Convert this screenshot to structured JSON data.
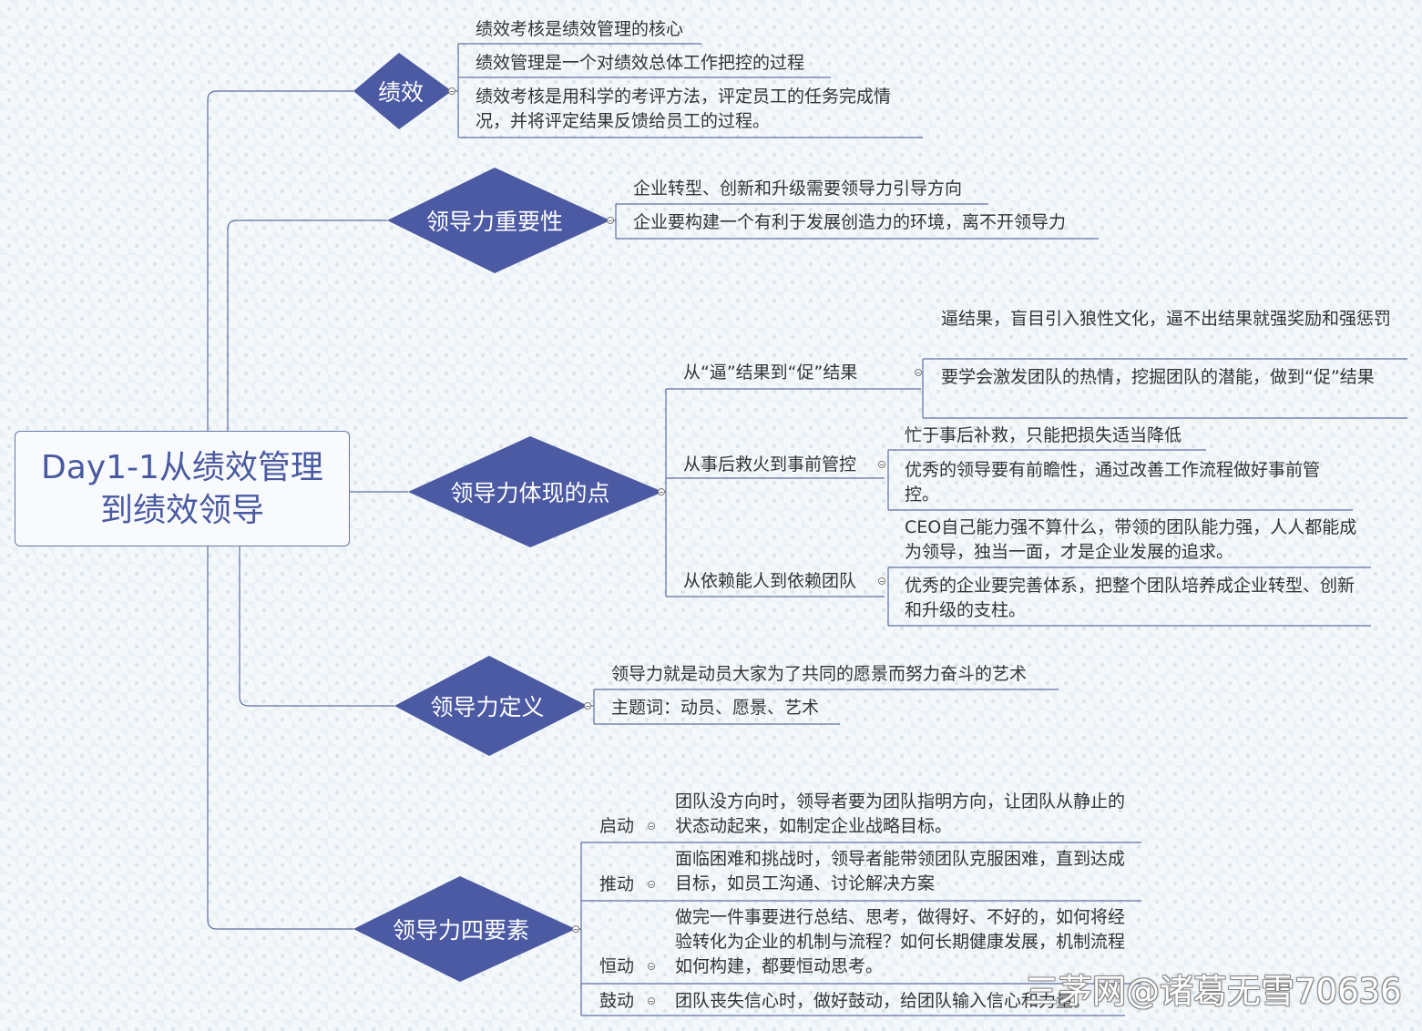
{
  "root": {
    "line1": "Day1-1从绩效管理",
    "line2": "到绩效领导"
  },
  "colors": {
    "diamond": "#4b5aa3",
    "line": "#5f6ea3"
  },
  "branches": [
    {
      "title": "绩效",
      "items": [
        "绩效考核是绩效管理的核心",
        "绩效管理是一个对绩效总体工作把控的过程",
        "绩效考核是用科学的考评方法，评定员工的任务完成情况，并将评定结果反馈给员工的过程。"
      ]
    },
    {
      "title": "领导力重要性",
      "items": [
        "企业转型、创新和升级需要领导力引导方向",
        "企业要构建一个有利于发展创造力的环境，离不开领导力"
      ]
    },
    {
      "title": "领导力体现的点",
      "groups": [
        {
          "label": "从“逼”结果到“促”结果",
          "items": [
            "逼结果，盲目引入狼性文化，逼不出结果就强奖励和强惩罚",
            "要学会激发团队的热情，挖掘团队的潜能，做到“促”结果"
          ]
        },
        {
          "label": "从事后救火到事前管控",
          "items": [
            "忙于事后补救，只能把损失适当降低",
            "优秀的领导要有前瞻性，通过改善工作流程做好事前管控。"
          ]
        },
        {
          "label": "从依赖能人到依赖团队",
          "items": [
            "CEO自己能力强不算什么，带领的团队能力强，人人都能成为领导，独当一面，才是企业发展的追求。",
            "优秀的企业要完善体系，把整个团队培养成企业转型、创新和升级的支柱。"
          ]
        }
      ]
    },
    {
      "title": "领导力定义",
      "items": [
        "领导力就是动员大家为了共同的愿景而努力奋斗的艺术",
        "主题词：动员、愿景、艺术"
      ]
    },
    {
      "title": "领导力四要素",
      "groups": [
        {
          "label": "启动",
          "text": "团队没方向时，领导者要为团队指明方向，让团队从静止的状态动起来，如制定企业战略目标。"
        },
        {
          "label": "推动",
          "text": "面临困难和挑战时，领导者能带领团队克服困难，直到达成目标，如员工沟通、讨论解决方案"
        },
        {
          "label": "恒动",
          "text": "做完一件事要进行总结、思考，做得好、不好的，如何将经验转化为企业的机制与流程？如何长期健康发展，机制流程如何构建，都要恒动思考。"
        },
        {
          "label": "鼓动",
          "text": "团队丧失信心时，做好鼓动，给团队输入信心和力量。"
        }
      ]
    }
  ],
  "watermark": "三茅网@诸葛无雪70636"
}
